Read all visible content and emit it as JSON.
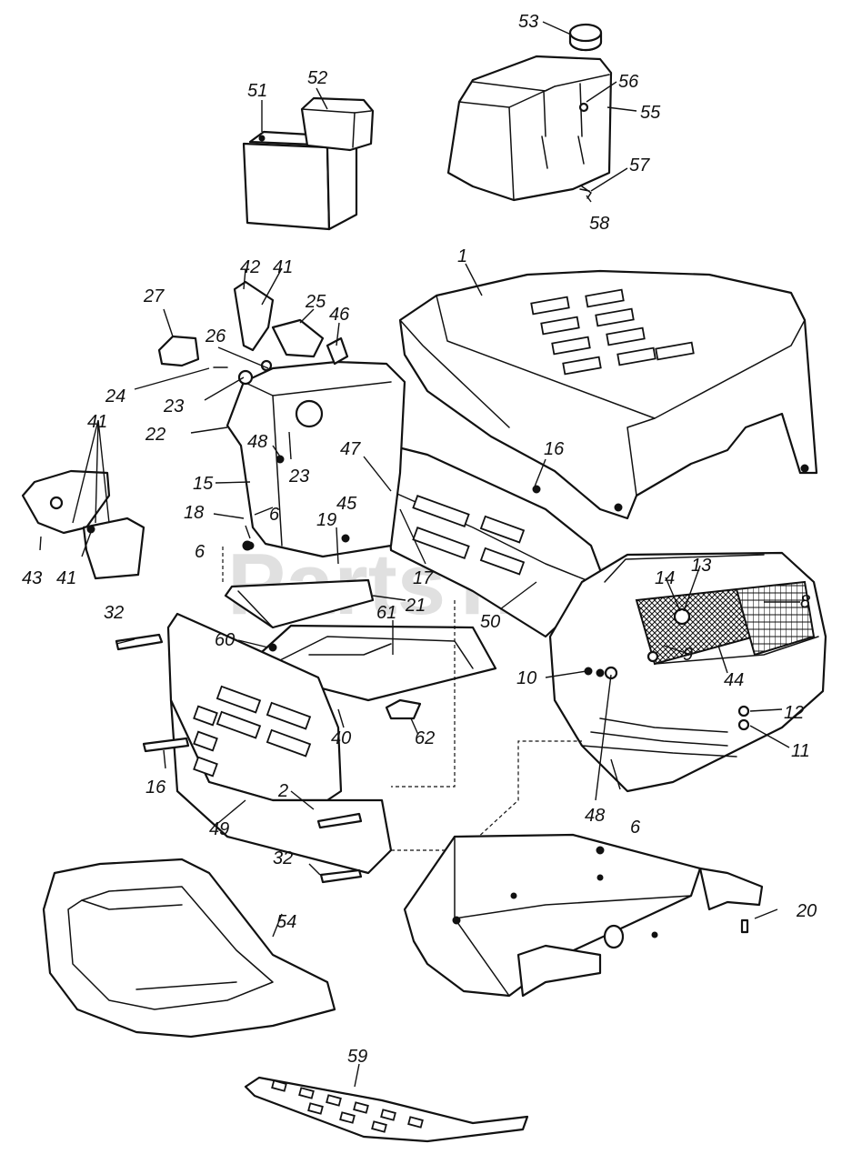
{
  "watermark": "PartsTree",
  "callouts": {
    "c1": "1",
    "c2": "2",
    "c6a": "6",
    "c6b": "6",
    "c6c": "6",
    "c8": "8",
    "c9": "9",
    "c10": "10",
    "c11": "11",
    "c12": "12",
    "c13": "13",
    "c14": "14",
    "c15": "15",
    "c16a": "16",
    "c16b": "16",
    "c17": "17",
    "c18": "18",
    "c19": "19",
    "c20": "20",
    "c21": "21",
    "c22": "22",
    "c23a": "23",
    "c23b": "23",
    "c24": "24",
    "c25": "25",
    "c26": "26",
    "c27": "27",
    "c32a": "32",
    "c32b": "32",
    "c40": "40",
    "c41a": "41",
    "c41b": "41",
    "c41c": "41",
    "c42": "42",
    "c43": "43",
    "c44": "44",
    "c45": "45",
    "c46": "46",
    "c47": "47",
    "c48a": "48",
    "c48b": "48",
    "c49": "49",
    "c50": "50",
    "c51": "51",
    "c52": "52",
    "c53": "53",
    "c54": "54",
    "c55": "55",
    "c56": "56",
    "c57": "57",
    "c58": "58",
    "c59": "59",
    "c60": "60",
    "c61": "61",
    "c62": "62"
  }
}
